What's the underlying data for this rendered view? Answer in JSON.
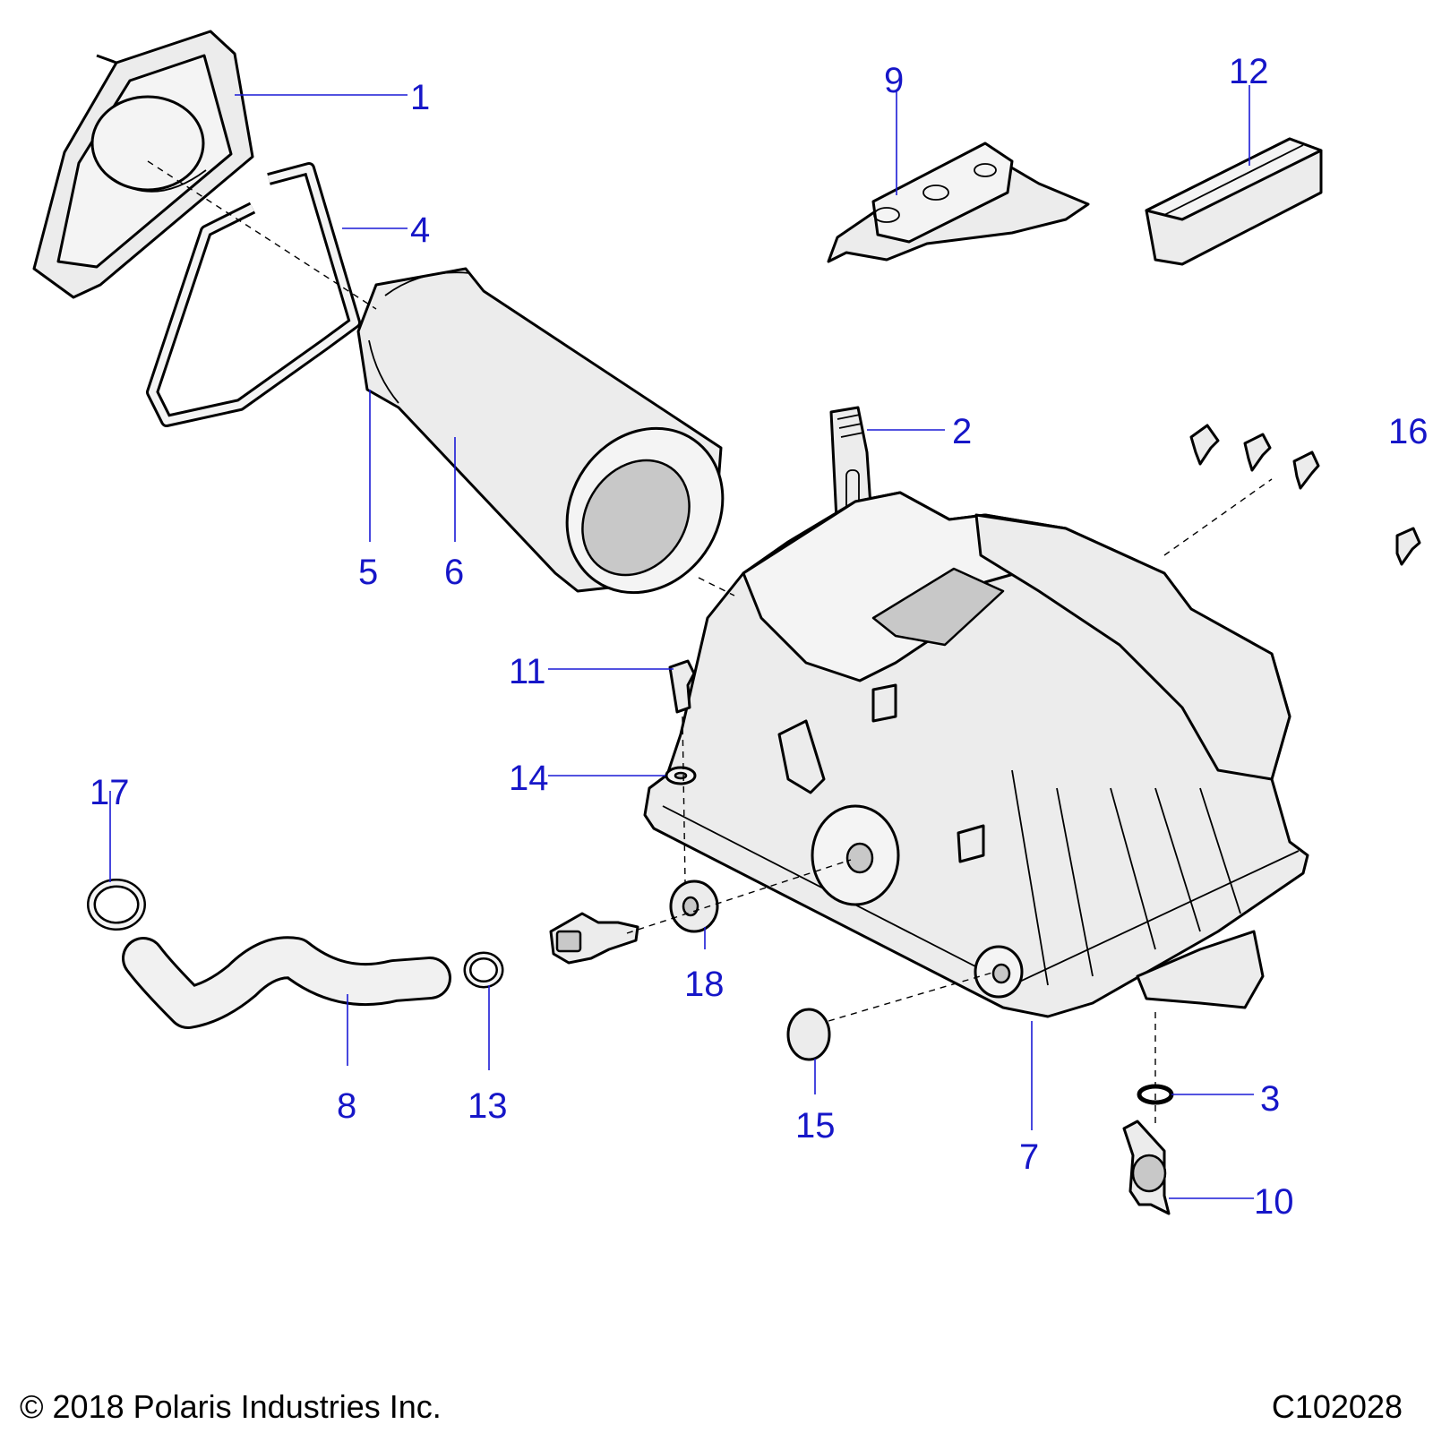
{
  "callouts": [
    {
      "id": "1",
      "label": "1"
    },
    {
      "id": "2",
      "label": "2"
    },
    {
      "id": "3",
      "label": "3"
    },
    {
      "id": "4",
      "label": "4"
    },
    {
      "id": "5",
      "label": "5"
    },
    {
      "id": "6",
      "label": "6"
    },
    {
      "id": "7",
      "label": "7"
    },
    {
      "id": "8",
      "label": "8"
    },
    {
      "id": "9",
      "label": "9"
    },
    {
      "id": "10",
      "label": "10"
    },
    {
      "id": "11",
      "label": "11"
    },
    {
      "id": "12",
      "label": "12"
    },
    {
      "id": "13",
      "label": "13"
    },
    {
      "id": "14",
      "label": "14"
    },
    {
      "id": "15",
      "label": "15"
    },
    {
      "id": "16",
      "label": "16"
    },
    {
      "id": "17",
      "label": "17"
    },
    {
      "id": "18",
      "label": "18"
    }
  ],
  "footer": {
    "copyright": "© 2018 Polaris Industries Inc.",
    "figure_code": "C102028"
  },
  "colors": {
    "callout": "#1616c8",
    "part_fill": "#ececec",
    "outline": "#000000"
  }
}
